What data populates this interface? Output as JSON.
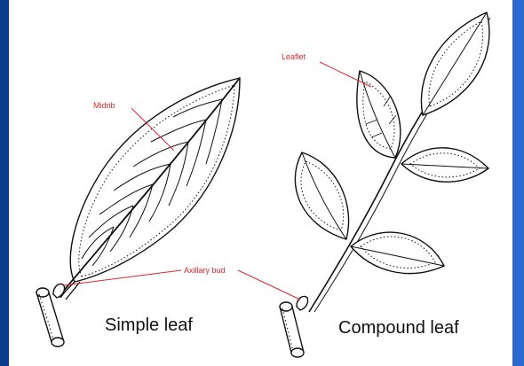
{
  "diagram": {
    "labels": {
      "midrib": "Midrib",
      "leaflet": "Leaflet",
      "axillary_bud": "Axillary bud",
      "simple_leaf": "Simple leaf",
      "compound_leaf": "Compound leaf"
    },
    "colors": {
      "background_border": "#1a4fa3",
      "label_red": "#e0262b",
      "leader_line": "#e0262b",
      "drawing_ink": "#111111"
    }
  }
}
